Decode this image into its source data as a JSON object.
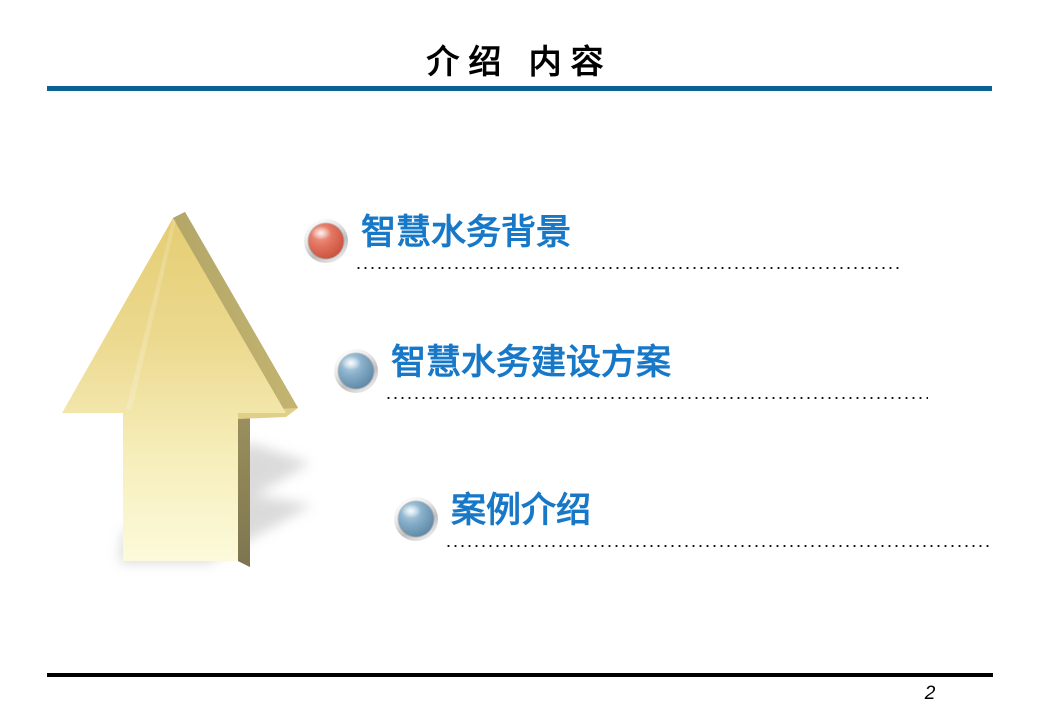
{
  "slide": {
    "title": "介绍 内容",
    "page_number": "2",
    "accent_rule_color": "#0a6194",
    "footer_rule_color": "#000000",
    "text_accent_color": "#1878c8",
    "background_color": "#ffffff"
  },
  "graphic": {
    "name": "3d-gold-up-arrow",
    "face_color_top": "#e8d27a",
    "face_color_bottom": "#fbf6cf",
    "side_color": "#8a8155",
    "shadow_color": "#c9c9c9"
  },
  "items": [
    {
      "label": "智慧水务背景",
      "bullet_icon": "red-sphere-bullet-icon",
      "bullet_color": "#d9604e"
    },
    {
      "label": "智慧水务建设方案",
      "bullet_icon": "blue-sphere-bullet-icon",
      "bullet_color": "#7ba8c4"
    },
    {
      "label": "案例介绍",
      "bullet_icon": "blue-sphere-bullet-icon",
      "bullet_color": "#7ba8c4"
    }
  ]
}
